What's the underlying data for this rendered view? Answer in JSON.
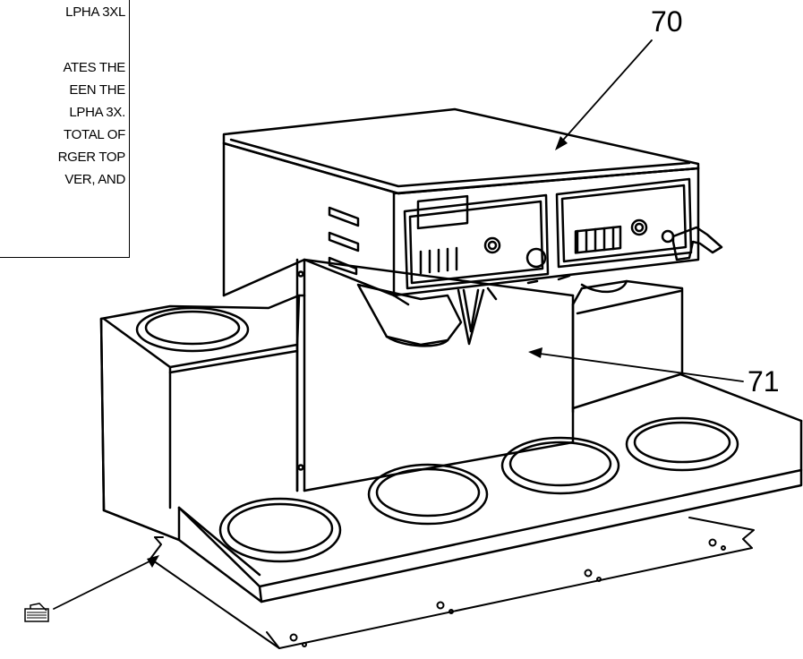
{
  "note_box": {
    "lines": [
      "LPHA 3XL",
      "",
      "ATES THE",
      "EEN THE",
      "LPHA 3X.",
      "TOTAL OF",
      "RGER TOP",
      "VER, AND"
    ]
  },
  "callouts": {
    "part_70": "70",
    "part_71": "71"
  },
  "icons": {
    "footnote": "keyboard-note-icon"
  }
}
